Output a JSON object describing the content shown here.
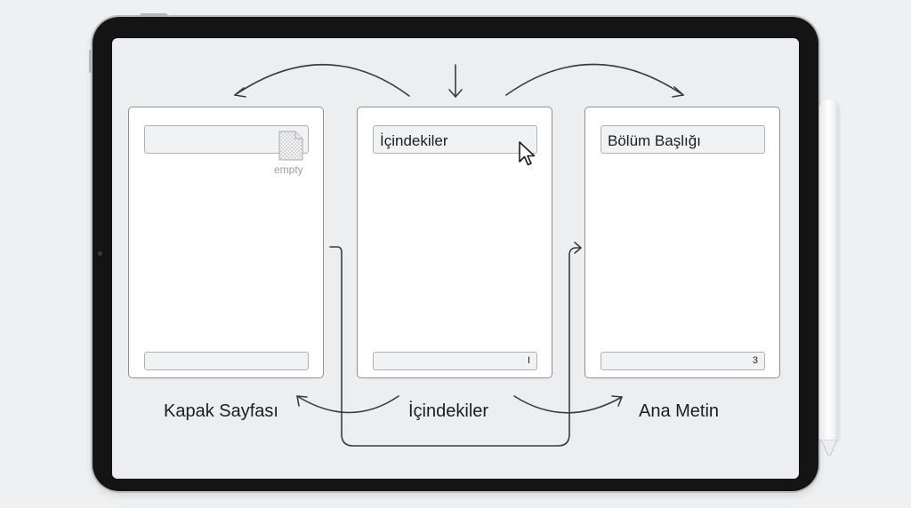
{
  "pages": {
    "cover": {
      "header_text": "",
      "empty_label": "empty",
      "footer_text": "",
      "caption": "Kapak Sayfası"
    },
    "toc": {
      "header_text": "İçindekiler",
      "footer_text": "I",
      "caption": "İçindekiler"
    },
    "body": {
      "header_text": "Bölüm Başlığı",
      "footer_text": "3",
      "caption": "Ana Metin"
    }
  },
  "icons": {
    "empty_file": "file-placeholder-icon",
    "pointer": "mouse-cursor-icon"
  },
  "colors": {
    "screen_bg": "#eceef0",
    "page_bg": "#ffffff",
    "header_bg": "#f1f2f3",
    "arrow": "#3a3c40",
    "device": "#141414"
  }
}
